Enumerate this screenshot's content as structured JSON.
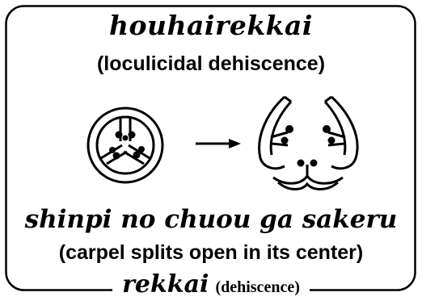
{
  "top_term": "houhairekkai",
  "top_gloss": "(loculicidal dehiscence)",
  "middle_term": "shinpi no chuou ga sakeru",
  "middle_gloss": "(carpel splits open in its center)",
  "bottom_term": "rekkai",
  "bottom_gloss": "(dehiscence)"
}
